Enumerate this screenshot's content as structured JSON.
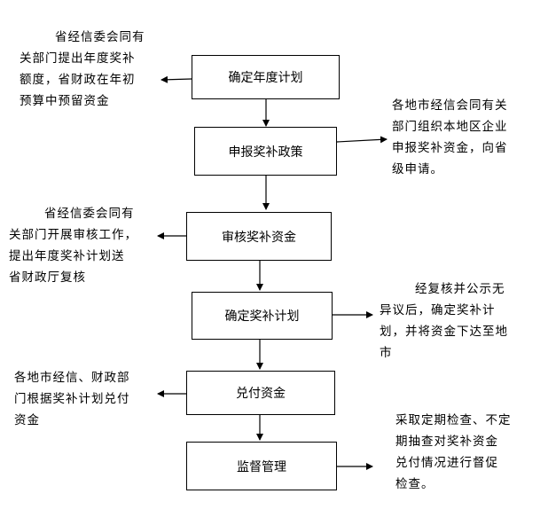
{
  "steps": [
    {
      "label": "确定年度计划"
    },
    {
      "label": "申报奖补政策"
    },
    {
      "label": "审核奖补资金"
    },
    {
      "label": "确定奖补计划"
    },
    {
      "label": "兑付资金"
    },
    {
      "label": "监督管理"
    }
  ],
  "notes": [
    {
      "lines": [
        "省经信委会同有",
        "关部门提出年度奖补",
        "额度，省财政在年初",
        "预算中预留资金"
      ]
    },
    {
      "lines": [
        "各地市经信会同有关",
        "部门组织本地区企业",
        "申报奖补资金，向省",
        "级申请。"
      ]
    },
    {
      "lines": [
        "省经信委会同有",
        "关部门开展审核工作，",
        "提出年度奖补计划送",
        "省财政厅复核"
      ]
    },
    {
      "lines": [
        "经复核并公示无",
        "异议后，确定奖补计",
        "划，并将资金下达至地",
        "市"
      ]
    },
    {
      "lines": [
        "各地市经信、财政部",
        "门根据奖补计划兑付",
        "资金"
      ]
    },
    {
      "lines": [
        "采取定期检查、不定",
        "期抽查对奖补资金",
        "兑付情况进行督促",
        "检查。"
      ]
    }
  ]
}
